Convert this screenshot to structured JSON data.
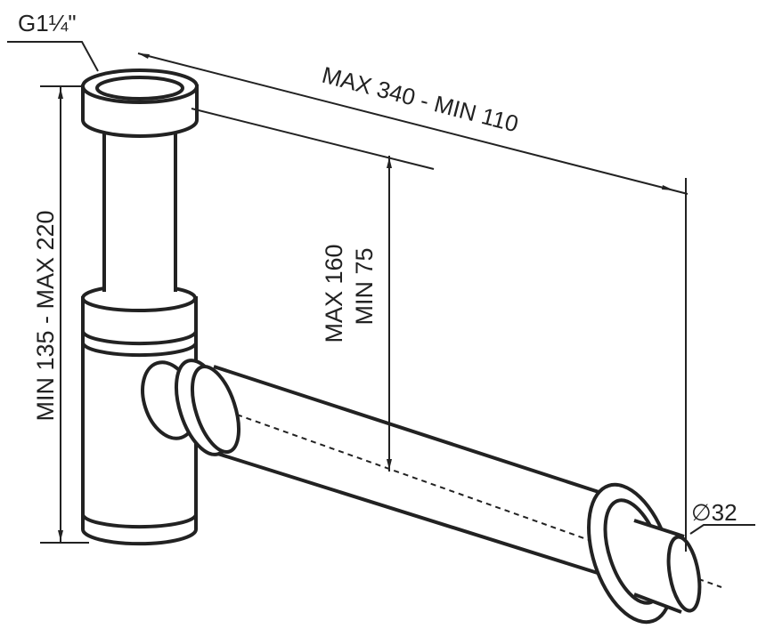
{
  "labels": {
    "thread": "G1¼\"",
    "total_length": "MAX 340 - MIN 110",
    "height_total": "MIN 135 - MAX 220",
    "height_outlet_max": "MAX 160",
    "height_outlet_min": "MIN 75",
    "diameter": "∅32"
  }
}
